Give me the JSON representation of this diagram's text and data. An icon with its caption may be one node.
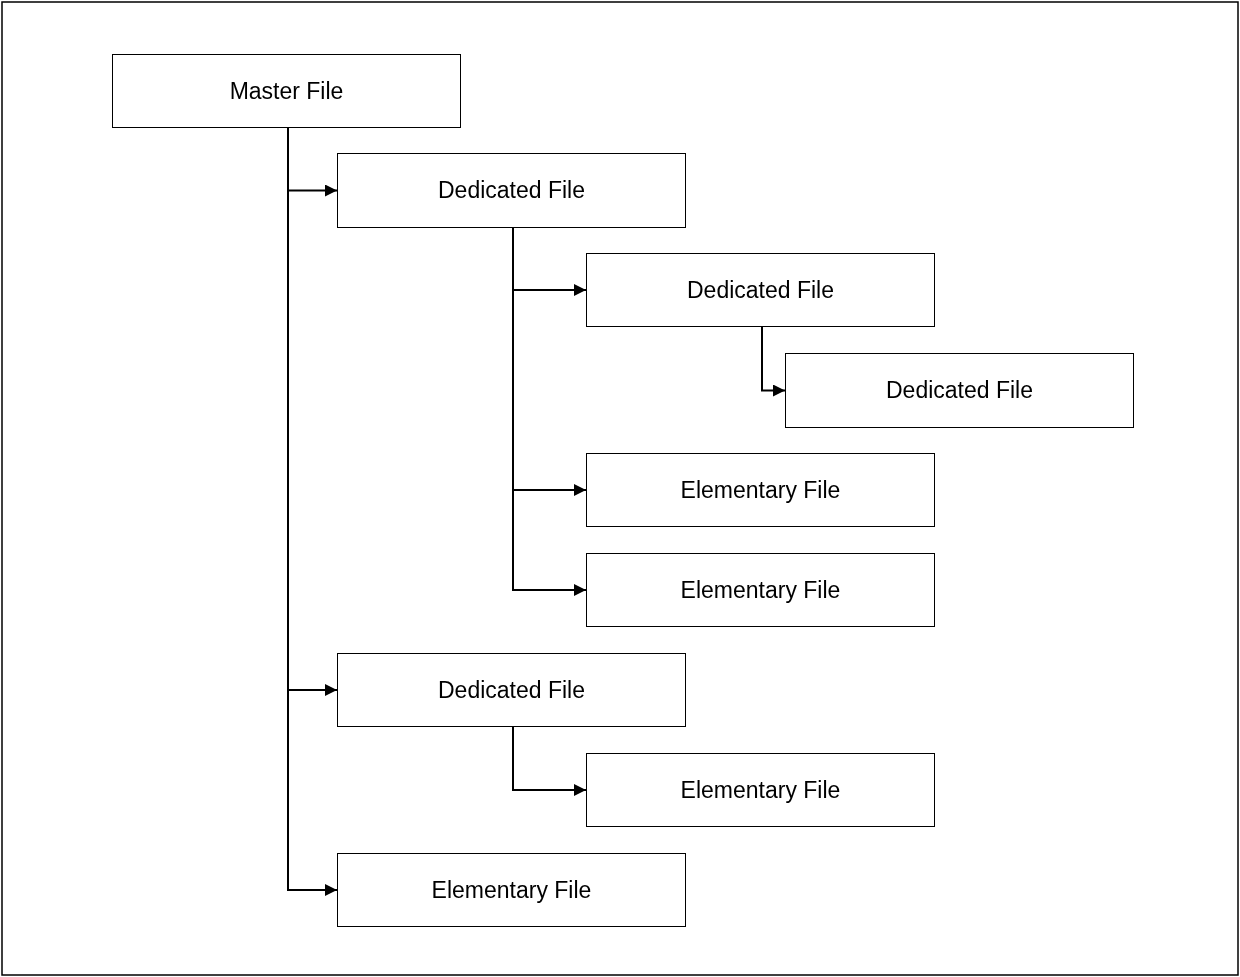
{
  "diagram": {
    "nodes": [
      {
        "text": [
          "Master File"
        ]
      },
      {
        "text": [
          "Dedicated File"
        ]
      },
      {
        "text": [
          "Dedicated File"
        ]
      },
      {
        "text": [
          "Dedicated File"
        ]
      },
      {
        "text": [
          "Elementary File"
        ]
      },
      {
        "text": [
          "Elementary File"
        ]
      },
      {
        "text": [
          "Dedicated File"
        ]
      },
      {
        "text": [
          "Elementary File"
        ]
      },
      {
        "text": [
          "Elementary File"
        ]
      }
    ],
    "edges": [
      {
        "from": 0,
        "to": 1,
        "arrow": "to"
      },
      {
        "from": 1,
        "to": 2,
        "arrow": "to"
      },
      {
        "from": 2,
        "to": 3,
        "arrow": "to"
      },
      {
        "from": 1,
        "to": 4,
        "arrow": "to"
      },
      {
        "from": 1,
        "to": 5,
        "arrow": "to"
      },
      {
        "from": 0,
        "to": 6,
        "arrow": "to"
      },
      {
        "from": 6,
        "to": 7,
        "arrow": "to"
      },
      {
        "from": 0,
        "to": 8,
        "arrow": "to"
      }
    ]
  }
}
